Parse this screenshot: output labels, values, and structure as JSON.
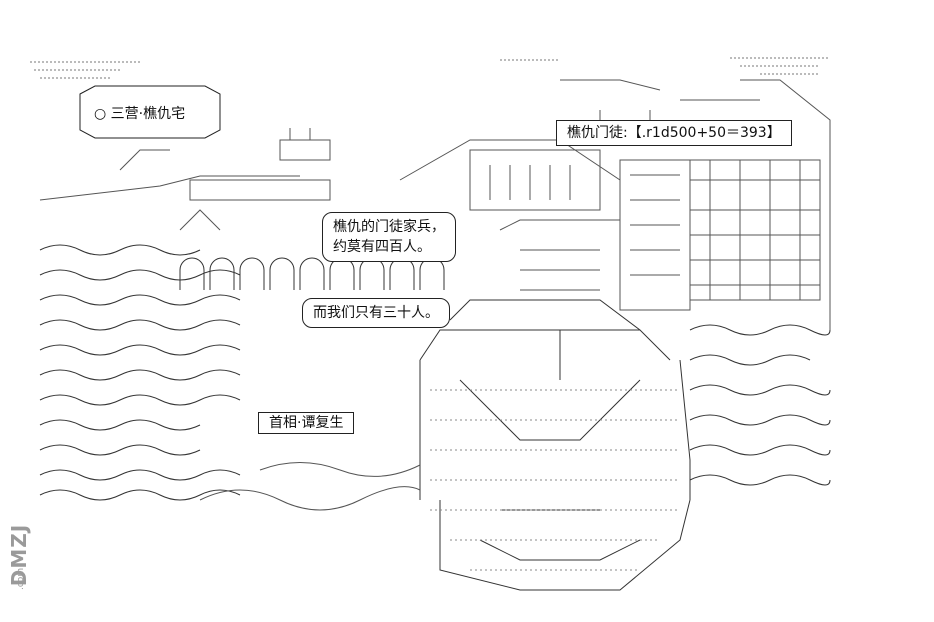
{
  "caption_location": "○ 三营·樵仇宅",
  "caption_stat": "樵仇门徒:【.r1d500+50＝393】",
  "bubble_1": "樵仇的门徒家兵，\n约莫有四百人。",
  "bubble_2": "而我们只有三十人。",
  "label_person": "首相·谭复生",
  "watermark": "DMZJ",
  "watermark_sub": ".com"
}
